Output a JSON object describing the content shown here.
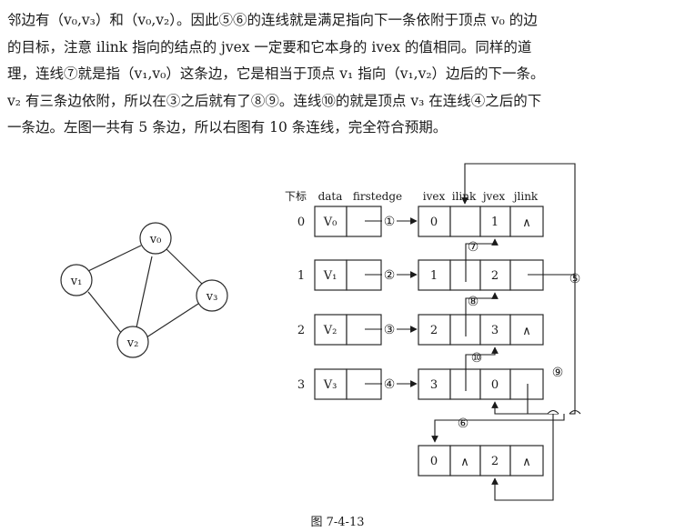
{
  "text_lines": [
    "邻边有（v₀,v₃）和（v₀,v₂）。因此⑤⑥的连线就是满足指向下一条依附于顶点 v₀ 的边",
    "的目标，注意 ilink 指向的结点的 jvex 一定要和它本身的 ivex 的值相同。同样的道",
    "理，连线⑦就是指（v₁,v₀）这条边，它是相当于顶点 v₁ 指向（v₁,v₂）边后的下一条。",
    "v₂ 有三条边依附，所以在③之后就有了⑧⑨。连线⑩的就是顶点 v₃ 在连线④之后的下",
    "一条边。左图一共有 5 条边，所以右图有 10 条连线，完全符合预期。"
  ],
  "graph": {
    "vertices": [
      "v₀",
      "v₁",
      "v₂",
      "v₃"
    ]
  },
  "table_headers": {
    "index": "下标",
    "data": "data",
    "firstedge": "firstedge",
    "ivex": "ivex",
    "ilink": "ilink",
    "jvex": "jvex",
    "jlink": "jlink"
  },
  "vertex_rows": [
    {
      "index": "0",
      "data": "V₀",
      "link_label": "①"
    },
    {
      "index": "1",
      "data": "V₁",
      "link_label": "②"
    },
    {
      "index": "2",
      "data": "V₂",
      "link_label": "③"
    },
    {
      "index": "3",
      "data": "V₃",
      "link_label": "④"
    }
  ],
  "edge_nodes": [
    {
      "ivex": "0",
      "ilink": "",
      "jvex": "1",
      "jlink": "∧"
    },
    {
      "ivex": "1",
      "ilink": "",
      "jvex": "2",
      "jlink": ""
    },
    {
      "ivex": "2",
      "ilink": "",
      "jvex": "3",
      "jlink": "∧"
    },
    {
      "ivex": "3",
      "ilink": "",
      "jvex": "0",
      "jlink": ""
    },
    {
      "ivex": "0",
      "ilink": "∧",
      "jvex": "2",
      "jlink": "∧"
    }
  ],
  "link_labels": {
    "five": "⑤",
    "six": "⑥",
    "seven": "⑦",
    "eight": "⑧",
    "nine": "⑨",
    "ten": "⑩"
  },
  "caption": "图 7-4-13"
}
